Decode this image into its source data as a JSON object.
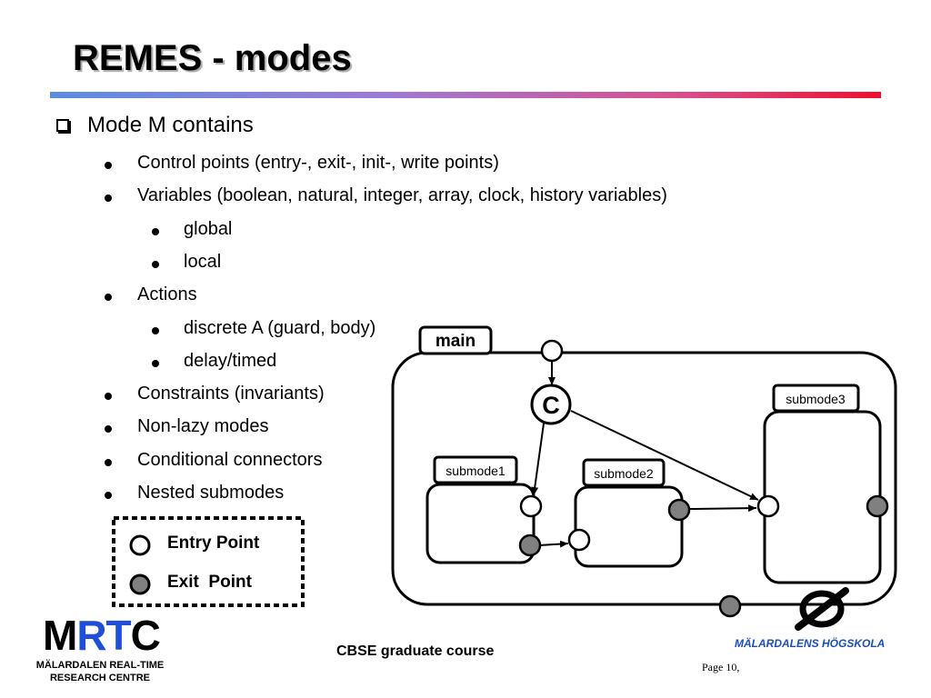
{
  "slide": {
    "title": "REMES - modes",
    "heading": "Mode M contains",
    "items": [
      {
        "text": "Control points (entry-, exit-, init-, write points)",
        "level": 1
      },
      {
        "text": "Variables (boolean, natural, integer, array, clock, history variables)",
        "level": 1
      },
      {
        "text": "global",
        "level": 2
      },
      {
        "text": "local",
        "level": 2
      },
      {
        "text": "Actions",
        "level": 1
      },
      {
        "text": "discrete A (guard, body)",
        "level": 2
      },
      {
        "text": "delay/timed",
        "level": 2
      },
      {
        "text": "Constraints (invariants)",
        "level": 1
      },
      {
        "text": "Non-lazy modes",
        "level": 1
      },
      {
        "text": "Conditional connectors",
        "level": 1
      },
      {
        "text": "Nested submodes",
        "level": 1
      }
    ]
  },
  "diagram": {
    "main_label": "main",
    "connector_label": "C",
    "submodes": [
      "submode1",
      "submode2",
      "submode3"
    ]
  },
  "legend": {
    "entry": "Entry Point",
    "exit_word1": "Exit",
    "exit_word2": "Point",
    "entry_color": "#ffffff",
    "exit_color": "#808080"
  },
  "footer": {
    "course": "CBSE graduate course",
    "page": "Page 10,",
    "mrtc_m": "M",
    "mrtc_rt": "RT",
    "mrtc_c": "C",
    "mrtc_caption_1": "MÄLARDALEN REAL-TIME",
    "mrtc_caption_2": "RESEARCH CENTRE",
    "university": "MÄLARDALENS HÖGSKOLA"
  }
}
